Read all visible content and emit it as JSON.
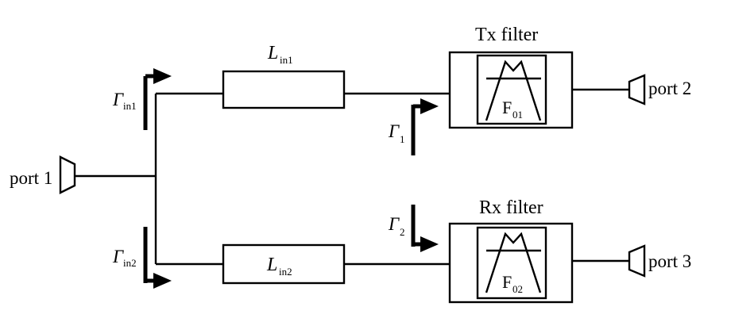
{
  "ports": {
    "p1": "port 1",
    "p2": "port 2",
    "p3": "port 3"
  },
  "lines": {
    "l1": {
      "main": "L",
      "sub": "in1"
    },
    "l2": {
      "main": "L",
      "sub": "in2"
    }
  },
  "filters": {
    "tx": {
      "title": "Tx filter",
      "main": "F",
      "sub": "01"
    },
    "rx": {
      "title": "Rx filter",
      "main": "F",
      "sub": "02"
    }
  },
  "reflections": {
    "gin1": {
      "main": "Γ",
      "sub": "in1"
    },
    "gin2": {
      "main": "Γ",
      "sub": "in2"
    },
    "g1": {
      "main": "Γ",
      "sub": "1"
    },
    "g2": {
      "main": "Γ",
      "sub": "2"
    }
  }
}
